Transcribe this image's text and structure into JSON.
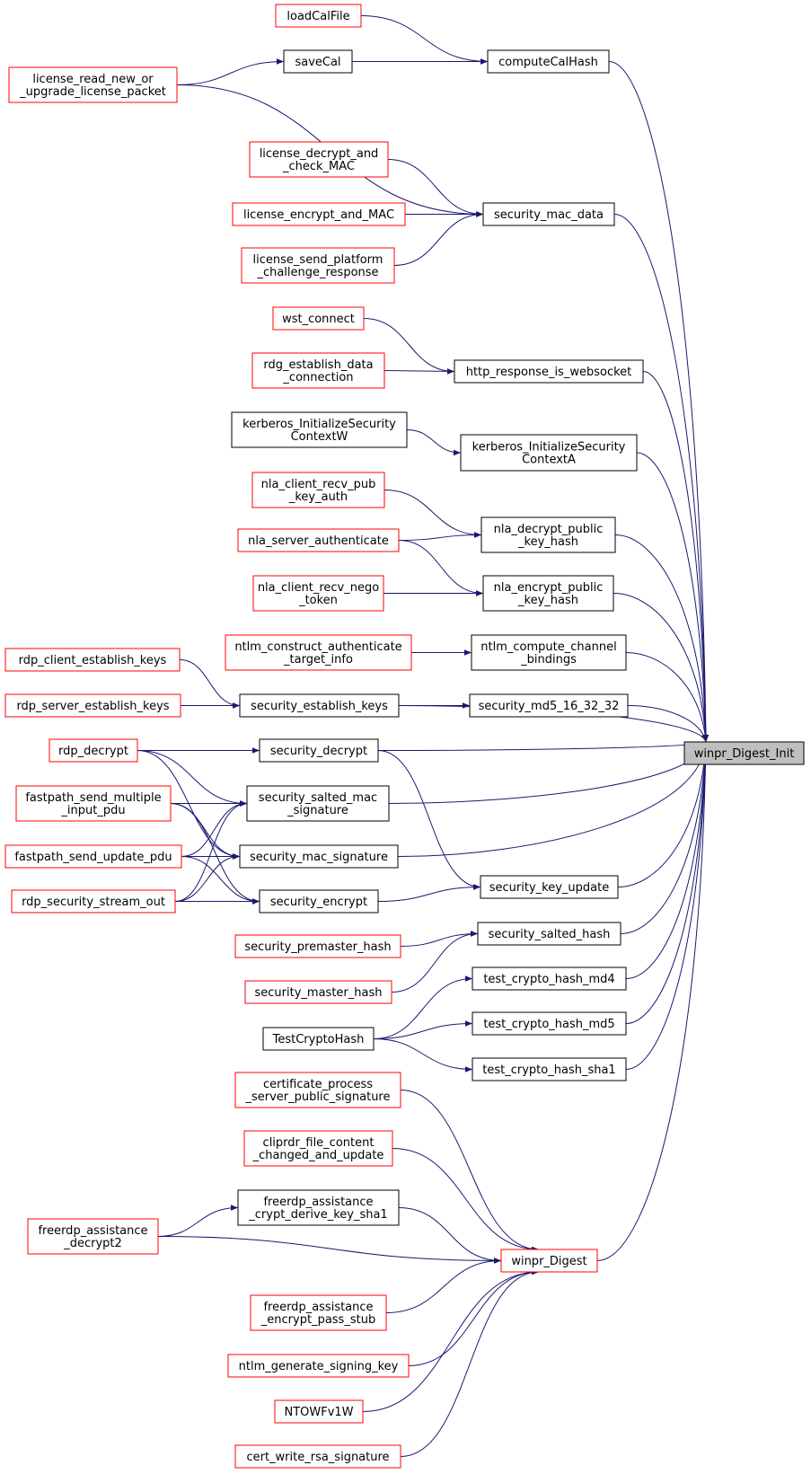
{
  "colors": {
    "edge": "#191970",
    "red_border": "#ff0000",
    "black_border": "#000000",
    "root_fill": "#bfbfbf",
    "fill": "#ffffff"
  },
  "root": "winpr_Digest_Init",
  "nodes": {
    "winpr_Digest_Init": {
      "lines": [
        "winpr_Digest_Init"
      ],
      "style": "root"
    },
    "computeCalHash": {
      "lines": [
        "computeCalHash"
      ],
      "style": "black"
    },
    "loadCalFile": {
      "lines": [
        "loadCalFile"
      ],
      "style": "red"
    },
    "saveCal": {
      "lines": [
        "saveCal"
      ],
      "style": "black"
    },
    "license_read_new_or_upgrade_license_packet": {
      "lines": [
        "license_read_new_or",
        "_upgrade_license_packet"
      ],
      "style": "red"
    },
    "security_mac_data": {
      "lines": [
        "security_mac_data"
      ],
      "style": "black"
    },
    "license_decrypt_and_check_MAC": {
      "lines": [
        "license_decrypt_and",
        "_check_MAC"
      ],
      "style": "red"
    },
    "license_encrypt_and_MAC": {
      "lines": [
        "license_encrypt_and_MAC"
      ],
      "style": "red"
    },
    "license_send_platform_challenge_response": {
      "lines": [
        "license_send_platform",
        "_challenge_response"
      ],
      "style": "red"
    },
    "http_response_is_websocket": {
      "lines": [
        "http_response_is_websocket"
      ],
      "style": "black"
    },
    "wst_connect": {
      "lines": [
        "wst_connect"
      ],
      "style": "red"
    },
    "rdg_establish_data_connection": {
      "lines": [
        "rdg_establish_data",
        "_connection"
      ],
      "style": "red"
    },
    "kerberos_InitializeSecurityContextA": {
      "lines": [
        "kerberos_InitializeSecurity",
        "ContextA"
      ],
      "style": "black"
    },
    "kerberos_InitializeSecurityContextW": {
      "lines": [
        "kerberos_InitializeSecurity",
        "ContextW"
      ],
      "style": "black"
    },
    "nla_decrypt_public_key_hash": {
      "lines": [
        "nla_decrypt_public",
        "_key_hash"
      ],
      "style": "black"
    },
    "nla_client_recv_pub_key_auth": {
      "lines": [
        "nla_client_recv_pub",
        "_key_auth"
      ],
      "style": "red"
    },
    "nla_server_authenticate": {
      "lines": [
        "nla_server_authenticate"
      ],
      "style": "red"
    },
    "nla_encrypt_public_key_hash": {
      "lines": [
        "nla_encrypt_public",
        "_key_hash"
      ],
      "style": "black"
    },
    "nla_client_recv_nego_token": {
      "lines": [
        "nla_client_recv_nego",
        "_token"
      ],
      "style": "red"
    },
    "ntlm_compute_channel_bindings": {
      "lines": [
        "ntlm_compute_channel",
        "_bindings"
      ],
      "style": "black"
    },
    "ntlm_construct_authenticate_target_info": {
      "lines": [
        "ntlm_construct_authenticate",
        "_target_info"
      ],
      "style": "red"
    },
    "security_md5_16_32_32": {
      "lines": [
        "security_md5_16_32_32"
      ],
      "style": "black"
    },
    "security_establish_keys": {
      "lines": [
        "security_establish_keys"
      ],
      "style": "black"
    },
    "rdp_client_establish_keys": {
      "lines": [
        "rdp_client_establish_keys"
      ],
      "style": "red"
    },
    "rdp_server_establish_keys": {
      "lines": [
        "rdp_server_establish_keys"
      ],
      "style": "red"
    },
    "security_decrypt": {
      "lines": [
        "security_decrypt"
      ],
      "style": "black"
    },
    "rdp_decrypt": {
      "lines": [
        "rdp_decrypt"
      ],
      "style": "red"
    },
    "security_salted_mac_signature": {
      "lines": [
        "security_salted_mac",
        "_signature"
      ],
      "style": "black"
    },
    "fastpath_send_multiple_input_pdu": {
      "lines": [
        "fastpath_send_multiple",
        "_input_pdu"
      ],
      "style": "red"
    },
    "security_mac_signature": {
      "lines": [
        "security_mac_signature"
      ],
      "style": "black"
    },
    "fastpath_send_update_pdu": {
      "lines": [
        "fastpath_send_update_pdu"
      ],
      "style": "red"
    },
    "security_encrypt": {
      "lines": [
        "security_encrypt"
      ],
      "style": "black"
    },
    "rdp_security_stream_out": {
      "lines": [
        "rdp_security_stream_out"
      ],
      "style": "red"
    },
    "security_key_update": {
      "lines": [
        "security_key_update"
      ],
      "style": "black"
    },
    "security_salted_hash": {
      "lines": [
        "security_salted_hash"
      ],
      "style": "black"
    },
    "security_premaster_hash": {
      "lines": [
        "security_premaster_hash"
      ],
      "style": "red"
    },
    "security_master_hash": {
      "lines": [
        "security_master_hash"
      ],
      "style": "red"
    },
    "test_crypto_hash_md4": {
      "lines": [
        "test_crypto_hash_md4"
      ],
      "style": "black"
    },
    "test_crypto_hash_md5": {
      "lines": [
        "test_crypto_hash_md5"
      ],
      "style": "black"
    },
    "test_crypto_hash_sha1": {
      "lines": [
        "test_crypto_hash_sha1"
      ],
      "style": "black"
    },
    "TestCryptoHash": {
      "lines": [
        "TestCryptoHash"
      ],
      "style": "black"
    },
    "winpr_Digest": {
      "lines": [
        "winpr_Digest"
      ],
      "style": "red"
    },
    "certificate_process_server_public_signature": {
      "lines": [
        "certificate_process",
        "_server_public_signature"
      ],
      "style": "red"
    },
    "cliprdr_file_content_changed_and_update": {
      "lines": [
        "cliprdr_file_content",
        "_changed_and_update"
      ],
      "style": "red"
    },
    "freerdp_assistance_crypt_derive_key_sha1": {
      "lines": [
        "freerdp_assistance",
        "_crypt_derive_key_sha1"
      ],
      "style": "black"
    },
    "freerdp_assistance_decrypt2": {
      "lines": [
        "freerdp_assistance",
        "_decrypt2"
      ],
      "style": "red"
    },
    "freerdp_assistance_encrypt_pass_stub": {
      "lines": [
        "freerdp_assistance",
        "_encrypt_pass_stub"
      ],
      "style": "red"
    },
    "ntlm_generate_signing_key": {
      "lines": [
        "ntlm_generate_signing_key"
      ],
      "style": "red"
    },
    "NTOWFv1W": {
      "lines": [
        "NTOWFv1W"
      ],
      "style": "red"
    },
    "cert_write_rsa_signature": {
      "lines": [
        "cert_write_rsa_signature"
      ],
      "style": "red"
    }
  },
  "edges": [
    [
      "loadCalFile",
      "computeCalHash"
    ],
    [
      "saveCal",
      "computeCalHash"
    ],
    [
      "license_read_new_or_upgrade_license_packet",
      "saveCal"
    ],
    [
      "license_read_new_or_upgrade_license_packet",
      "security_mac_data"
    ],
    [
      "license_decrypt_and_check_MAC",
      "security_mac_data"
    ],
    [
      "license_encrypt_and_MAC",
      "security_mac_data"
    ],
    [
      "license_send_platform_challenge_response",
      "security_mac_data"
    ],
    [
      "wst_connect",
      "http_response_is_websocket"
    ],
    [
      "rdg_establish_data_connection",
      "http_response_is_websocket"
    ],
    [
      "kerberos_InitializeSecurityContextW",
      "kerberos_InitializeSecurityContextA"
    ],
    [
      "nla_client_recv_pub_key_auth",
      "nla_decrypt_public_key_hash"
    ],
    [
      "nla_server_authenticate",
      "nla_decrypt_public_key_hash"
    ],
    [
      "nla_server_authenticate",
      "nla_encrypt_public_key_hash"
    ],
    [
      "nla_client_recv_nego_token",
      "nla_encrypt_public_key_hash"
    ],
    [
      "ntlm_construct_authenticate_target_info",
      "ntlm_compute_channel_bindings"
    ],
    [
      "security_establish_keys",
      "security_md5_16_32_32"
    ],
    [
      "rdp_client_establish_keys",
      "security_establish_keys"
    ],
    [
      "rdp_server_establish_keys",
      "security_establish_keys"
    ],
    [
      "rdp_decrypt",
      "security_decrypt"
    ],
    [
      "rdp_decrypt",
      "security_salted_mac_signature"
    ],
    [
      "rdp_decrypt",
      "security_mac_signature"
    ],
    [
      "fastpath_send_multiple_input_pdu",
      "security_salted_mac_signature"
    ],
    [
      "fastpath_send_multiple_input_pdu",
      "security_mac_signature"
    ],
    [
      "fastpath_send_multiple_input_pdu",
      "security_encrypt"
    ],
    [
      "fastpath_send_update_pdu",
      "security_salted_mac_signature"
    ],
    [
      "fastpath_send_update_pdu",
      "security_mac_signature"
    ],
    [
      "fastpath_send_update_pdu",
      "security_encrypt"
    ],
    [
      "rdp_security_stream_out",
      "security_salted_mac_signature"
    ],
    [
      "rdp_security_stream_out",
      "security_mac_signature"
    ],
    [
      "rdp_security_stream_out",
      "security_encrypt"
    ],
    [
      "security_decrypt",
      "security_key_update"
    ],
    [
      "security_encrypt",
      "security_key_update"
    ],
    [
      "security_premaster_hash",
      "security_salted_hash"
    ],
    [
      "security_master_hash",
      "security_salted_hash"
    ],
    [
      "TestCryptoHash",
      "test_crypto_hash_md4"
    ],
    [
      "TestCryptoHash",
      "test_crypto_hash_md5"
    ],
    [
      "TestCryptoHash",
      "test_crypto_hash_sha1"
    ],
    [
      "certificate_process_server_public_signature",
      "winpr_Digest"
    ],
    [
      "cliprdr_file_content_changed_and_update",
      "winpr_Digest"
    ],
    [
      "freerdp_assistance_crypt_derive_key_sha1",
      "winpr_Digest"
    ],
    [
      "freerdp_assistance_decrypt2",
      "freerdp_assistance_crypt_derive_key_sha1"
    ],
    [
      "freerdp_assistance_decrypt2",
      "winpr_Digest"
    ],
    [
      "freerdp_assistance_encrypt_pass_stub",
      "winpr_Digest"
    ],
    [
      "ntlm_generate_signing_key",
      "winpr_Digest"
    ],
    [
      "NTOWFv1W",
      "winpr_Digest"
    ],
    [
      "cert_write_rsa_signature",
      "winpr_Digest"
    ],
    [
      "computeCalHash",
      "winpr_Digest_Init"
    ],
    [
      "security_mac_data",
      "winpr_Digest_Init"
    ],
    [
      "http_response_is_websocket",
      "winpr_Digest_Init"
    ],
    [
      "kerberos_InitializeSecurityContextA",
      "winpr_Digest_Init"
    ],
    [
      "nla_decrypt_public_key_hash",
      "winpr_Digest_Init"
    ],
    [
      "nla_encrypt_public_key_hash",
      "winpr_Digest_Init"
    ],
    [
      "ntlm_compute_channel_bindings",
      "winpr_Digest_Init"
    ],
    [
      "security_md5_16_32_32",
      "winpr_Digest_Init"
    ],
    [
      "security_establish_keys",
      "winpr_Digest_Init"
    ],
    [
      "security_decrypt",
      "winpr_Digest_Init"
    ],
    [
      "security_salted_mac_signature",
      "winpr_Digest_Init"
    ],
    [
      "security_mac_signature",
      "winpr_Digest_Init"
    ],
    [
      "security_key_update",
      "winpr_Digest_Init"
    ],
    [
      "security_salted_hash",
      "winpr_Digest_Init"
    ],
    [
      "test_crypto_hash_md4",
      "winpr_Digest_Init"
    ],
    [
      "test_crypto_hash_md5",
      "winpr_Digest_Init"
    ],
    [
      "test_crypto_hash_sha1",
      "winpr_Digest_Init"
    ],
    [
      "winpr_Digest",
      "winpr_Digest_Init"
    ]
  ]
}
